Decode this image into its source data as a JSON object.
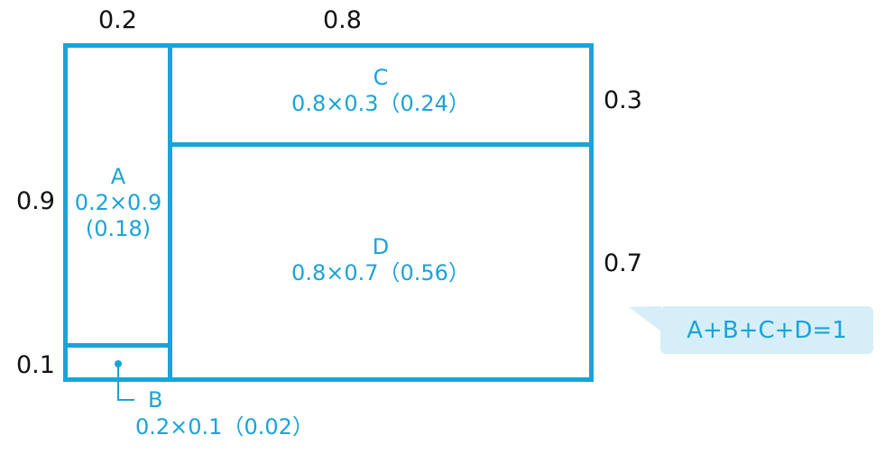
{
  "dimensions": {
    "top_left": "0.2",
    "top_right": "0.8",
    "right_top": "0.3",
    "right_bottom": "0.7",
    "left_middle": "0.9",
    "left_bottom": "0.1"
  },
  "regions": {
    "A": {
      "name": "A",
      "formula": "0.2×0.9",
      "value": "(0.18)"
    },
    "B": {
      "name": "B",
      "formula": "0.2×0.1（0.02）"
    },
    "C": {
      "name": "C",
      "formula": "0.8×0.3（0.24）"
    },
    "D": {
      "name": "D",
      "formula": "0.8×0.7（0.56）"
    }
  },
  "callout": {
    "text": "A+B+C+D=1"
  },
  "colors": {
    "accent": "#1aa3d9",
    "callout_bg": "#d5eef8",
    "text": "#111111"
  }
}
